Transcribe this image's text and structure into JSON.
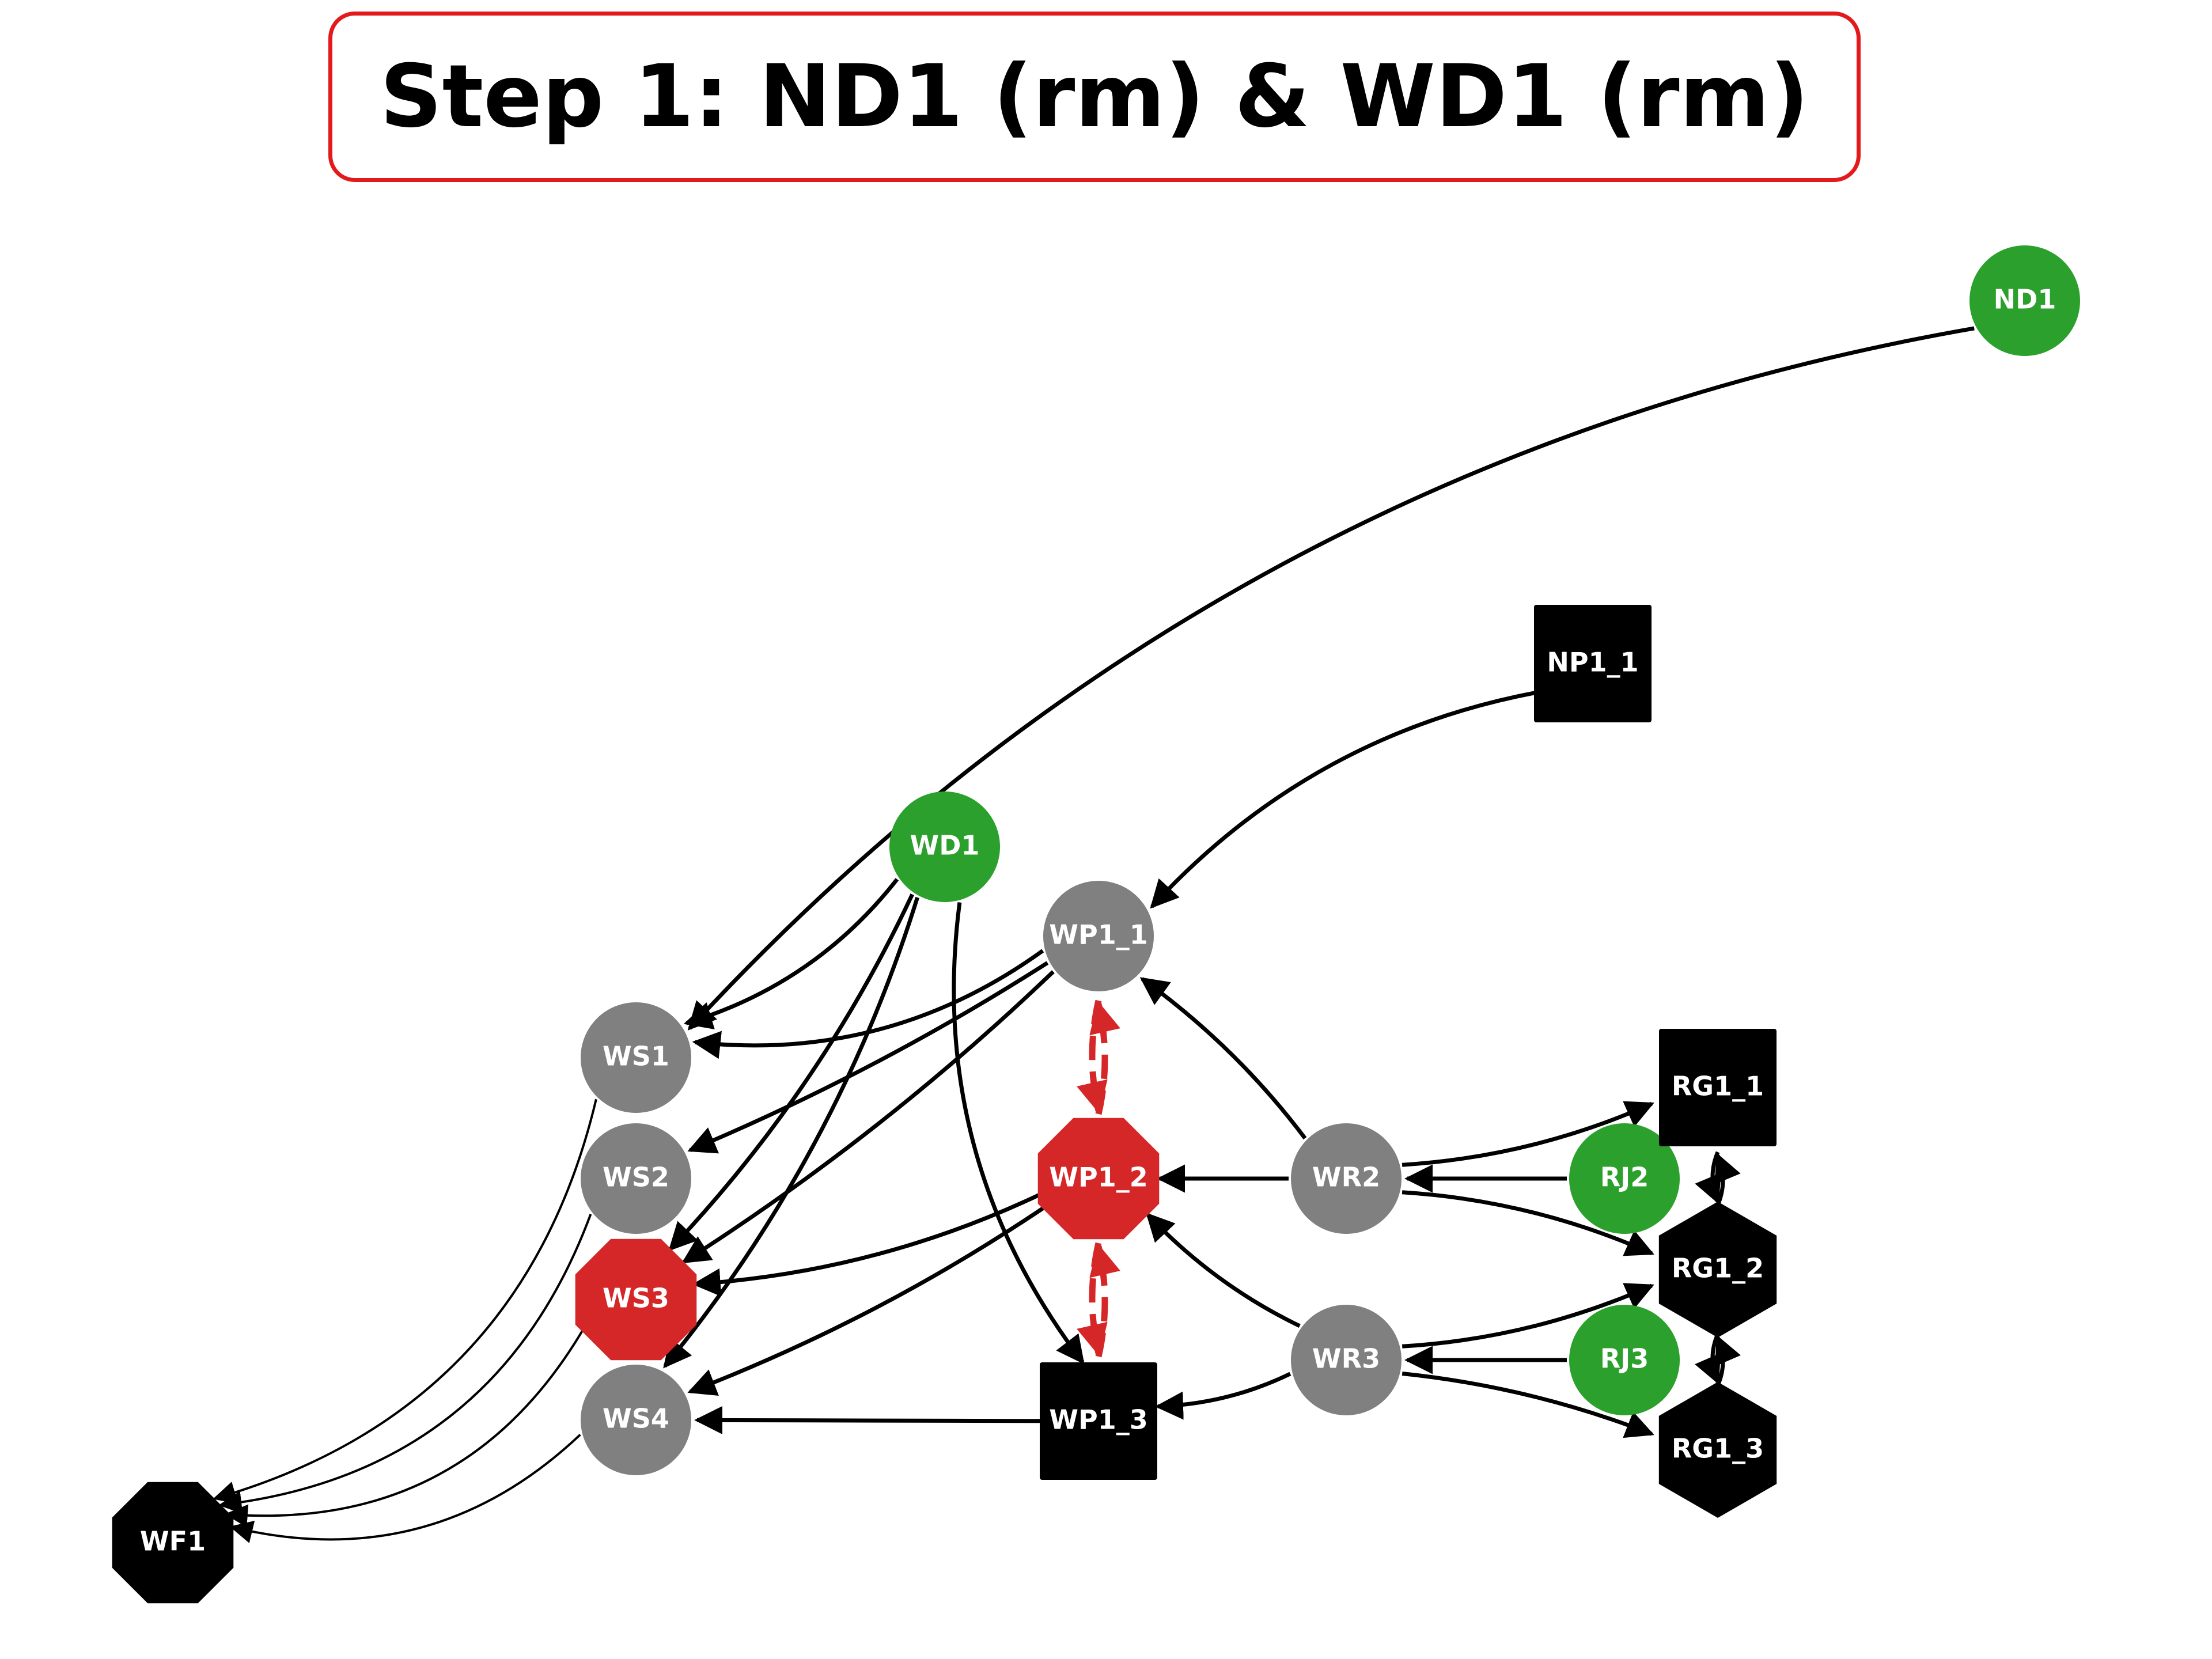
{
  "title": "Step 1: ND1 (rm) & WD1 (rm)",
  "colors": {
    "green": "#2ca02c",
    "gray": "#808080",
    "red": "#d62728",
    "black": "#000000",
    "title_border": "#e31a1c",
    "edge": "#000000",
    "removed_edge": "#d62728",
    "label": "#ffffff"
  },
  "nodes": [
    {
      "id": "ND1",
      "label": "ND1",
      "shape": "circle",
      "color": "green"
    },
    {
      "id": "NP1_1",
      "label": "NP1_1",
      "shape": "square",
      "color": "black"
    },
    {
      "id": "WD1",
      "label": "WD1",
      "shape": "circle",
      "color": "green"
    },
    {
      "id": "WP1_1",
      "label": "WP1_1",
      "shape": "circle",
      "color": "gray"
    },
    {
      "id": "WS1",
      "label": "WS1",
      "shape": "circle",
      "color": "gray"
    },
    {
      "id": "WS2",
      "label": "WS2",
      "shape": "circle",
      "color": "gray"
    },
    {
      "id": "WS3",
      "label": "WS3",
      "shape": "octagon",
      "color": "red"
    },
    {
      "id": "WS4",
      "label": "WS4",
      "shape": "circle",
      "color": "gray"
    },
    {
      "id": "WF1",
      "label": "WF1",
      "shape": "octagon",
      "color": "black"
    },
    {
      "id": "WP1_2",
      "label": "WP1_2",
      "shape": "octagon",
      "color": "red"
    },
    {
      "id": "WP1_3",
      "label": "WP1_3",
      "shape": "square",
      "color": "black"
    },
    {
      "id": "WR2",
      "label": "WR2",
      "shape": "circle",
      "color": "gray"
    },
    {
      "id": "WR3",
      "label": "WR3",
      "shape": "circle",
      "color": "gray"
    },
    {
      "id": "RJ2",
      "label": "RJ2",
      "shape": "circle",
      "color": "green"
    },
    {
      "id": "RJ3",
      "label": "RJ3",
      "shape": "circle",
      "color": "green"
    },
    {
      "id": "RG1_1",
      "label": "RG1_1",
      "shape": "square",
      "color": "black"
    },
    {
      "id": "RG1_2",
      "label": "RG1_2",
      "shape": "hexagon",
      "color": "black"
    },
    {
      "id": "RG1_3",
      "label": "RG1_3",
      "shape": "hexagon",
      "color": "black"
    }
  ],
  "edges": [
    {
      "from": "ND1",
      "to": "WS1",
      "style": "solid"
    },
    {
      "from": "NP1_1",
      "to": "WP1_1",
      "style": "solid"
    },
    {
      "from": "WD1",
      "to": "WS1",
      "style": "solid"
    },
    {
      "from": "WD1",
      "to": "WS3",
      "style": "solid"
    },
    {
      "from": "WD1",
      "to": "WS4",
      "style": "solid"
    },
    {
      "from": "WD1",
      "to": "WP1_3",
      "style": "solid"
    },
    {
      "from": "WP1_1",
      "to": "WS1",
      "style": "solid"
    },
    {
      "from": "WP1_1",
      "to": "WS2",
      "style": "solid"
    },
    {
      "from": "WP1_1",
      "to": "WS3",
      "style": "solid"
    },
    {
      "from": "WP1_1",
      "to": "WP1_2",
      "style": "dashed"
    },
    {
      "from": "WP1_2",
      "to": "WP1_1",
      "style": "dashed"
    },
    {
      "from": "WP1_2",
      "to": "WP1_3",
      "style": "dashed"
    },
    {
      "from": "WP1_3",
      "to": "WP1_2",
      "style": "dashed"
    },
    {
      "from": "WP1_2",
      "to": "WS3",
      "style": "solid"
    },
    {
      "from": "WP1_2",
      "to": "WS4",
      "style": "solid"
    },
    {
      "from": "WP1_3",
      "to": "WS4",
      "style": "solid"
    },
    {
      "from": "WR2",
      "to": "WP1_1",
      "style": "solid"
    },
    {
      "from": "WR2",
      "to": "WP1_2",
      "style": "solid"
    },
    {
      "from": "WR2",
      "to": "RG1_1",
      "style": "solid"
    },
    {
      "from": "WR2",
      "to": "RG1_2",
      "style": "solid"
    },
    {
      "from": "RJ2",
      "to": "WR2",
      "style": "solid"
    },
    {
      "from": "WR3",
      "to": "WP1_2",
      "style": "solid"
    },
    {
      "from": "WR3",
      "to": "WP1_3",
      "style": "solid"
    },
    {
      "from": "WR3",
      "to": "RG1_2",
      "style": "solid"
    },
    {
      "from": "WR3",
      "to": "RG1_3",
      "style": "solid"
    },
    {
      "from": "RJ3",
      "to": "WR3",
      "style": "solid"
    },
    {
      "from": "RG1_1",
      "to": "RG1_2",
      "style": "solid"
    },
    {
      "from": "RG1_2",
      "to": "RG1_1",
      "style": "solid"
    },
    {
      "from": "RG1_2",
      "to": "RG1_3",
      "style": "solid"
    },
    {
      "from": "RG1_3",
      "to": "RG1_2",
      "style": "solid"
    },
    {
      "from": "WS1",
      "to": "WF1",
      "style": "thin"
    },
    {
      "from": "WS2",
      "to": "WF1",
      "style": "thin"
    },
    {
      "from": "WS3",
      "to": "WF1",
      "style": "thin"
    },
    {
      "from": "WS4",
      "to": "WF1",
      "style": "thin"
    }
  ]
}
